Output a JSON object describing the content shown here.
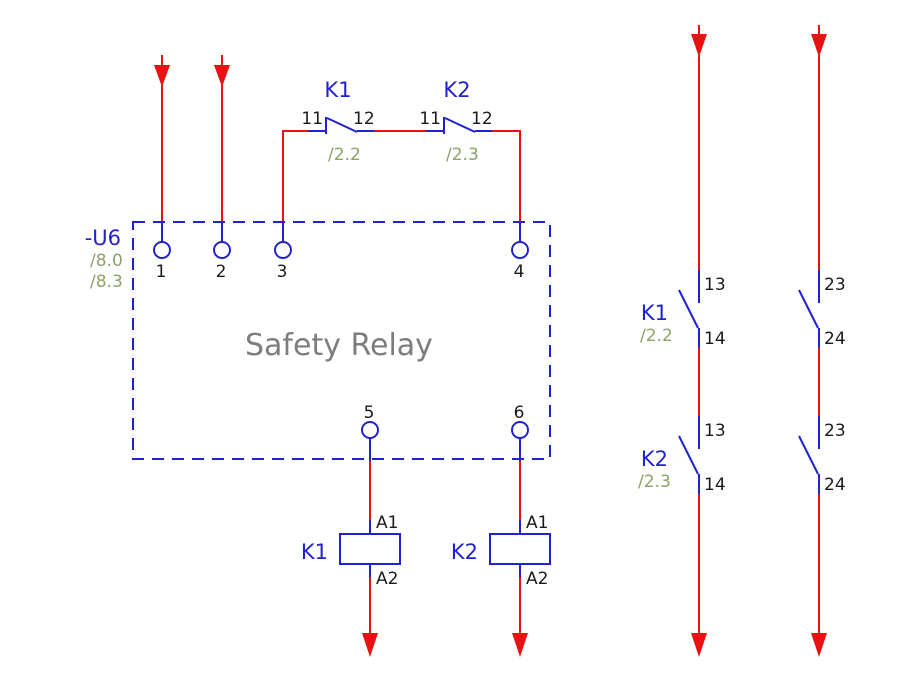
{
  "device_box": {
    "tag": "-U6",
    "cross_ref_1": "/8.0",
    "cross_ref_2": "/8.3",
    "title": "Safety Relay",
    "terminal_1": "1",
    "terminal_2": "2",
    "terminal_3": "3",
    "terminal_4": "4",
    "terminal_5": "5",
    "terminal_6": "6"
  },
  "nc_contacts": [
    {
      "name": "K1",
      "cross_ref": "/2.2",
      "left_pin": "11",
      "right_pin": "12"
    },
    {
      "name": "K2",
      "cross_ref": "/2.3",
      "left_pin": "11",
      "right_pin": "12"
    }
  ],
  "coils": [
    {
      "name": "K1",
      "top_pin": "A1",
      "bottom_pin": "A2"
    },
    {
      "name": "K2",
      "top_pin": "A1",
      "bottom_pin": "A2"
    }
  ],
  "no_contacts": [
    {
      "name": "K1",
      "cross_ref": "/2.2",
      "top_pin": "13",
      "bottom_pin": "14"
    },
    {
      "name": "K2",
      "cross_ref": "/2.3",
      "top_pin": "13",
      "bottom_pin": "14"
    },
    {
      "top_pin": "23",
      "bottom_pin": "24"
    },
    {
      "top_pin": "23",
      "bottom_pin": "24"
    }
  ],
  "colors": {
    "wire_red": "#e81212",
    "symbol_blue": "#2222cc",
    "ref_green": "#8ba269",
    "pin_black": "#1a1a1a",
    "title_gray": "#7d7d7d"
  }
}
